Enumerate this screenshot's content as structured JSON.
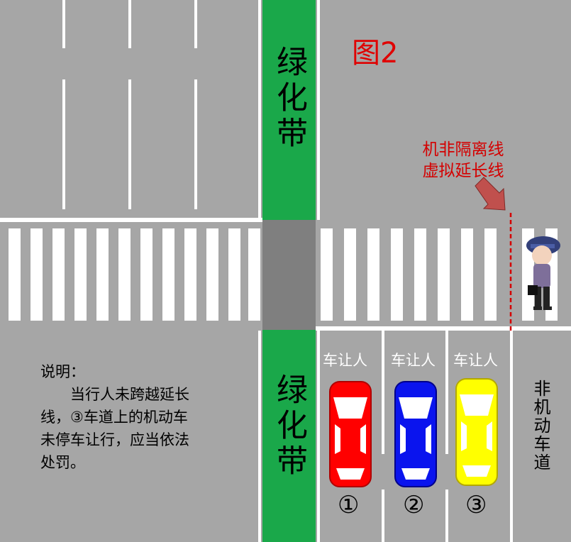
{
  "title": "图2",
  "median_label_top": "绿化带",
  "median_label_bottom": "绿化带",
  "annotation": {
    "line1": "机非隔离线",
    "line2": "虚拟延长线"
  },
  "lanes": [
    {
      "yield_label": "车让人",
      "number": "①",
      "car_color": "#ff0000"
    },
    {
      "yield_label": "车让人",
      "number": "②",
      "car_color": "#0000ff"
    },
    {
      "yield_label": "车让人",
      "number": "③",
      "car_color": "#ffff00"
    }
  ],
  "bike_lane_label": "非机动车道",
  "note": {
    "heading": "说明：",
    "line1": "当行人未跨越延长",
    "line2": "线，③车道上的机动车",
    "line3": "未停车让行，应当依法",
    "line4": "处罚。"
  },
  "colors": {
    "road": "#a6a6a6",
    "median": "#00b050",
    "marking": "#ffffff",
    "dashed_line": "#d40000"
  }
}
